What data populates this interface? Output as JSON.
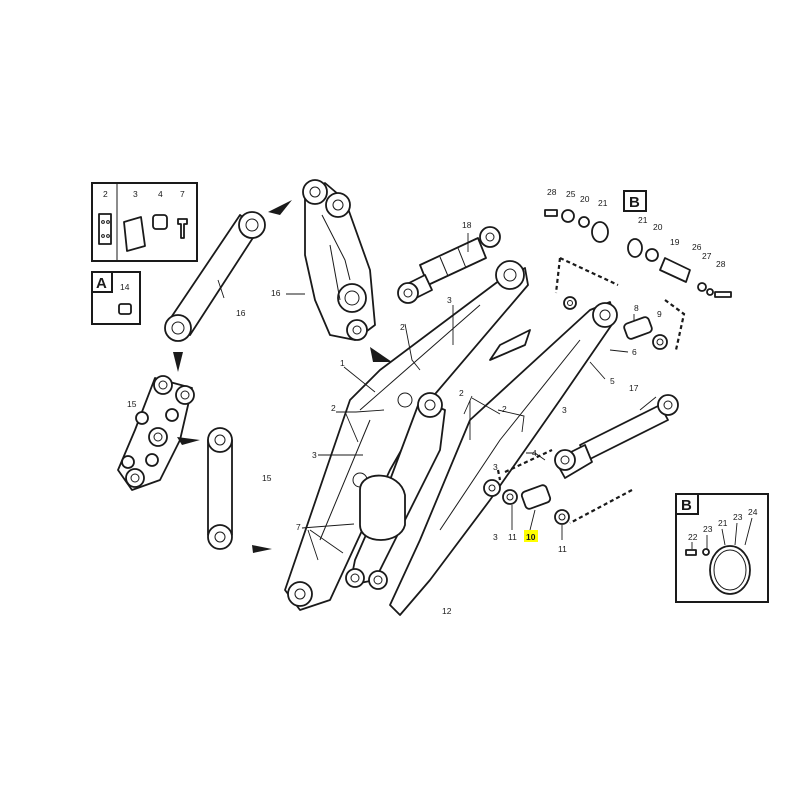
{
  "diagram": {
    "labels": {
      "l1": "1",
      "l2a": "2",
      "l2b": "2",
      "l2c": "2",
      "l2d": "2",
      "l3a": "3",
      "l3b": "3",
      "l3c": "3",
      "l3d": "3",
      "l3e": "3",
      "l4": "4",
      "l5": "5",
      "l6": "6",
      "l7a": "7",
      "l8": "8",
      "l9": "9",
      "l10": "10",
      "l11a": "11",
      "l11b": "11",
      "l12": "12",
      "l15a": "15",
      "l15b": "15",
      "l16a": "16",
      "l16b": "16",
      "l17": "17",
      "l18": "18",
      "l19": "19",
      "l20a": "20",
      "l21a": "21",
      "l21b": "21",
      "l22": "22",
      "l23a": "23",
      "l23b": "23",
      "l24": "24",
      "l25": "25",
      "l26": "26",
      "l27": "27",
      "l28a": "28",
      "l28b": "28"
    },
    "kit_box": {
      "l2": "2",
      "l3": "3",
      "l4": "4",
      "l7": "7"
    },
    "box_a": {
      "letter": "A",
      "l14": "14"
    },
    "box_b_callout": {
      "letter": "B"
    },
    "box_b_detail": {
      "letter": "B",
      "l22": "22",
      "l23a": "23",
      "l21": "21",
      "l23b": "23",
      "l24": "24"
    },
    "highlighted_part": "10",
    "highlight_color": "#ffff00"
  }
}
